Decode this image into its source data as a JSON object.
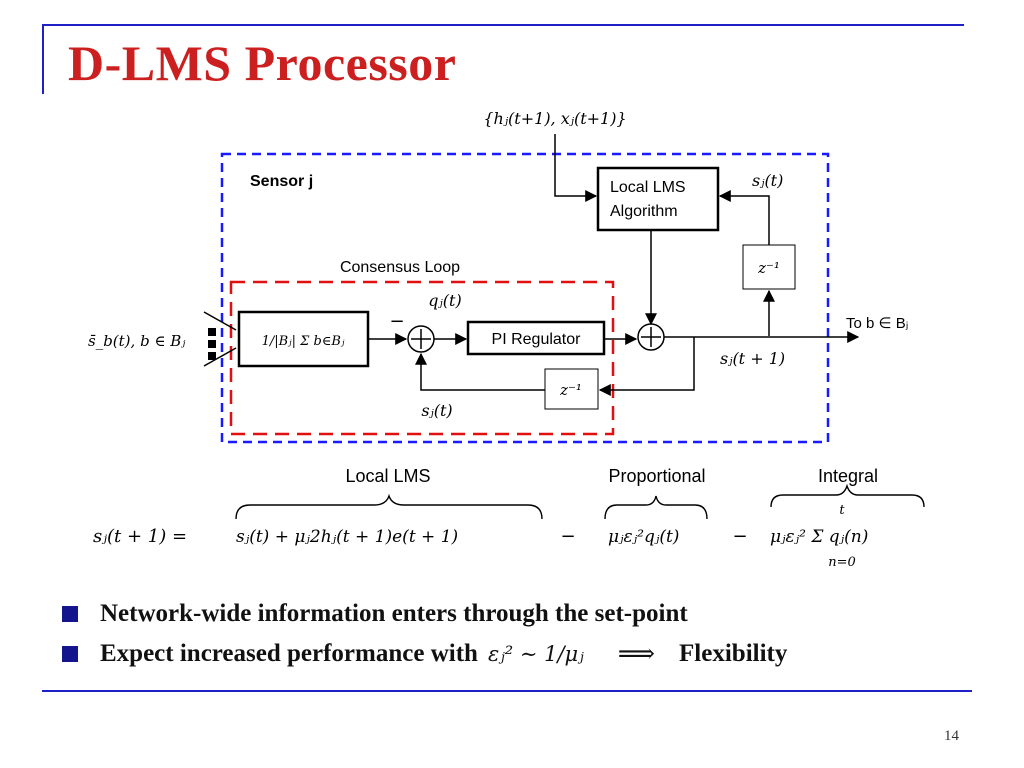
{
  "slide": {
    "title": "D-LMS Processor",
    "page_number": "14"
  },
  "diagram": {
    "input_set": "{hⱼ(t+1), xⱼ(t+1)}",
    "sensor_label": "Sensor j",
    "lms_block_line1": "Local LMS",
    "lms_block_line2": "Algorithm",
    "s_top": "sⱼ(t)",
    "delay_label": "z⁻¹",
    "consensus_label": "Consensus Loop",
    "q_label": "qⱼ(t)",
    "minus_sign": "−",
    "avg_block": "1/|Bⱼ| Σ b∈Bⱼ",
    "plus_sign": "+",
    "pi_block": "PI Regulator",
    "input_label": "s̄_b(t), b ∈ Bⱼ",
    "output_label": "To b ∈ Bⱼ",
    "s_next": "sⱼ(t + 1)",
    "s_feedback": "sⱼ(t)"
  },
  "equation": {
    "lhs": "sⱼ(t + 1) =",
    "term_local": "sⱼ(t) + μⱼ2hⱼ(t + 1)e(t + 1)",
    "op1": "−",
    "term_prop": "μⱼεⱼ²qⱼ(t)",
    "op2": "−",
    "term_int": "μⱼεⱼ² Σ qⱼ(n)",
    "sum_top": "t",
    "sum_bottom": "n=0",
    "brace_local": "Local LMS",
    "brace_prop": "Proportional",
    "brace_int": "Integral"
  },
  "bullets": {
    "b1": "Network-wide information enters through the set-point",
    "b2_prefix": "Expect increased performance with",
    "b2_math": "εⱼ² ∼ 1/μⱼ",
    "b2_implies": "⟹",
    "b2_suffix": "Flexibility"
  },
  "colors": {
    "title": "#cc1f1f",
    "rules": "#2020c8",
    "sensor_box": "#1a1aff",
    "consensus_box": "#e01010",
    "bullet_square": "#14148c"
  },
  "icons": {
    "summing_junction": "circle-plus",
    "arrow": "arrowhead"
  }
}
